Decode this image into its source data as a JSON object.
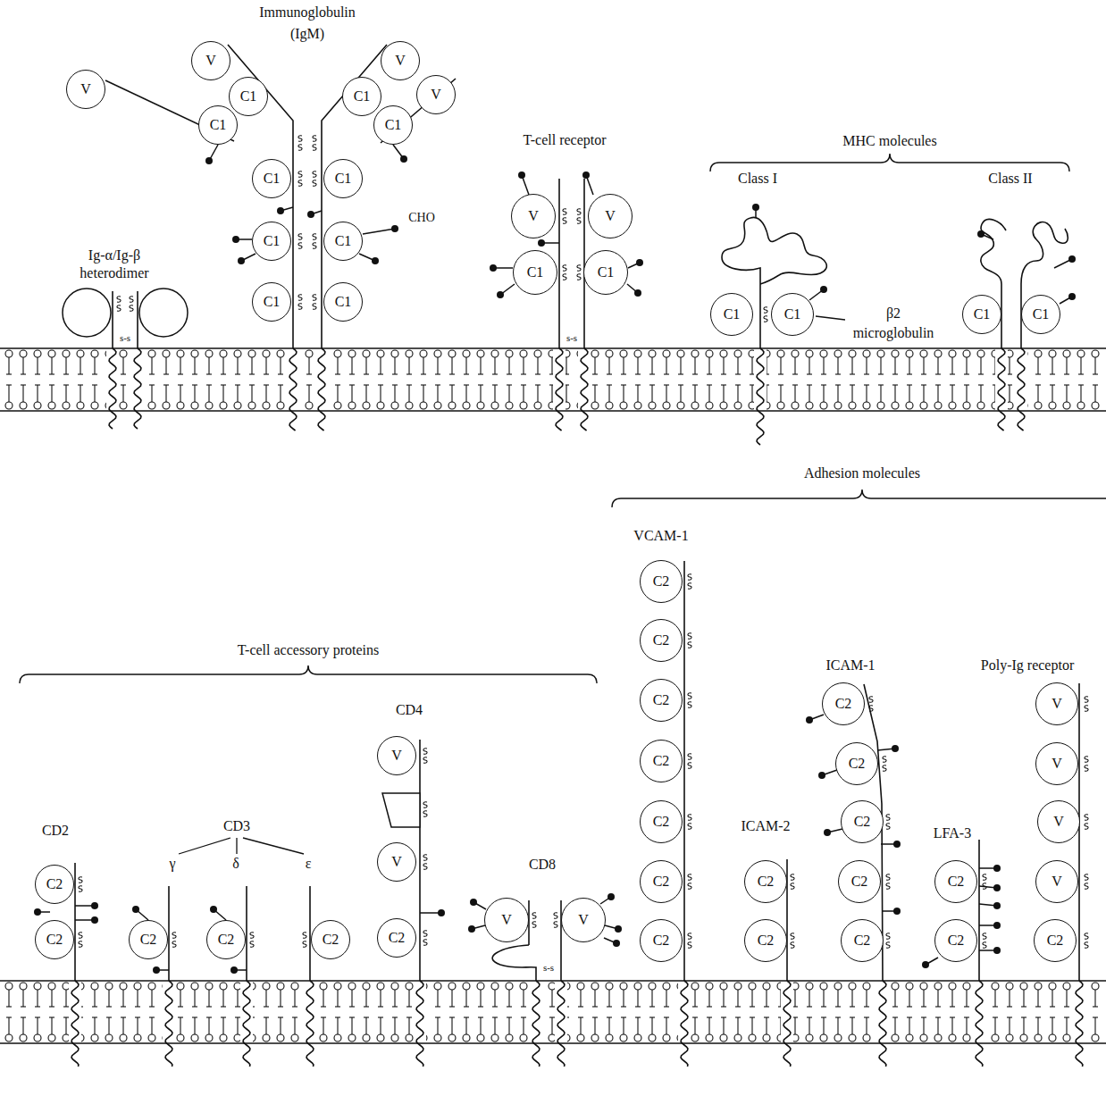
{
  "diagram": {
    "nodes": [
      {
        "text": [
          "V"
        ]
      },
      {
        "text": [
          "V"
        ]
      },
      {
        "text": [
          "V"
        ]
      },
      {
        "text": [
          "C1"
        ]
      },
      {
        "text": [
          "C1"
        ]
      },
      {
        "text": [
          "V"
        ]
      },
      {
        "text": [
          "C1"
        ]
      },
      {
        "text": [
          "C1"
        ]
      },
      {
        "text": [
          "C1"
        ]
      },
      {
        "text": [
          "C1"
        ]
      },
      {
        "text": [
          "C1"
        ]
      },
      {
        "text": [
          "C1"
        ]
      },
      {
        "text": [
          "C1"
        ]
      },
      {
        "text": [
          "C1"
        ]
      },
      {
        "text": [
          "V"
        ]
      },
      {
        "text": [
          "V"
        ]
      },
      {
        "text": [
          "C1"
        ]
      },
      {
        "text": [
          "C1"
        ]
      },
      {
        "text": [
          "C1"
        ]
      },
      {
        "text": [
          "C1"
        ]
      },
      {
        "text": [
          "C1"
        ]
      },
      {
        "text": [
          "C1"
        ]
      },
      {
        "text": [
          "C2"
        ]
      },
      {
        "text": [
          "C2"
        ]
      },
      {
        "text": [
          "C2"
        ]
      },
      {
        "text": [
          "C2"
        ]
      },
      {
        "text": [
          "C2"
        ]
      },
      {
        "text": [
          "V"
        ]
      },
      {
        "text": [
          "V"
        ]
      },
      {
        "text": [
          "C2"
        ]
      },
      {
        "text": [
          "V"
        ]
      },
      {
        "text": [
          "V"
        ]
      },
      {
        "text": [
          "C2"
        ]
      },
      {
        "text": [
          "C2"
        ]
      },
      {
        "text": [
          "C2"
        ]
      },
      {
        "text": [
          "C2"
        ]
      },
      {
        "text": [
          "C2"
        ]
      },
      {
        "text": [
          "C2"
        ]
      },
      {
        "text": [
          "C2"
        ]
      },
      {
        "text": [
          "C2"
        ]
      },
      {
        "text": [
          "C2"
        ]
      },
      {
        "text": [
          "C2"
        ]
      },
      {
        "text": [
          "C2"
        ]
      },
      {
        "text": [
          "C2"
        ]
      },
      {
        "text": [
          "C2"
        ]
      },
      {
        "text": [
          "C2"
        ]
      },
      {
        "text": [
          "C2"
        ]
      },
      {
        "text": [
          "C2"
        ]
      },
      {
        "text": [
          "V"
        ]
      },
      {
        "text": [
          "V"
        ]
      },
      {
        "text": [
          "V"
        ]
      },
      {
        "text": [
          "V"
        ]
      },
      {
        "text": [
          "C2"
        ]
      }
    ],
    "labels": [
      "Immunoglobulin (IgM)",
      "Ig-α/Ig-β heterodimer",
      "T-cell receptor",
      "MHC molecules",
      "Class I",
      "Class II",
      "β2 microglobulin",
      "CHO",
      "s-s",
      "s-s",
      "T-cell accessory proteins",
      "Adhesion molecules",
      "CD2",
      "CD3",
      "γ",
      "δ",
      "ε",
      "CD4",
      "CD8",
      "s-s",
      "VCAM-1",
      "ICAM-2",
      "ICAM-1",
      "LFA-3",
      "Poly-Ig receptor"
    ]
  }
}
